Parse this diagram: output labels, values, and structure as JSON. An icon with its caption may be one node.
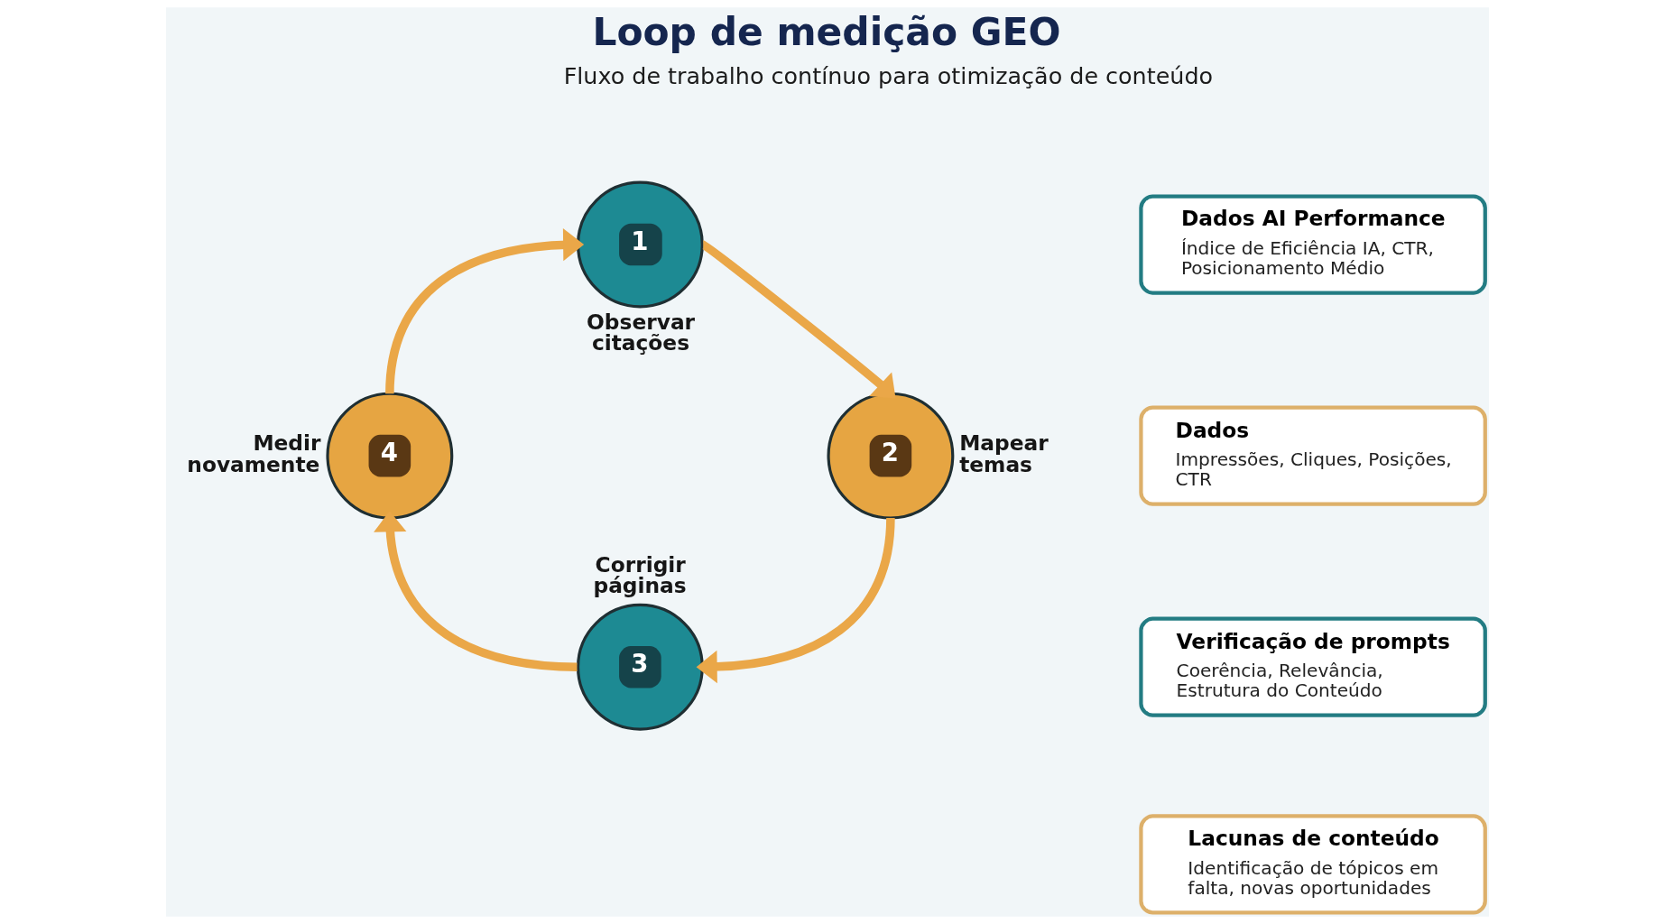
{
  "diagram": {
    "title": "Loop de medição GEO",
    "nodes": [
      {
        "text": [
          "1"
        ],
        "beside": [
          "Observar citações"
        ]
      },
      {
        "text": [
          "2"
        ],
        "beside": [
          "Mapear temas"
        ]
      },
      {
        "text": [
          "3"
        ],
        "beside": [
          "Corrigir páginas"
        ]
      },
      {
        "text": [
          "4"
        ],
        "beside": [
          "Medir novamente"
        ]
      },
      {
        "text": [
          "Dados AI Performance",
          "Índice de Eficiência IA, CTR, Posicionamento Médio"
        ]
      },
      {
        "text": [
          "Dados",
          "Impressões, Cliques, Posições, CTR"
        ]
      },
      {
        "text": [
          "Verificação de prompts",
          "Coerência, Relevância, Estrutura do Conteúdo"
        ]
      },
      {
        "text": [
          "Lacunas de conteúdo",
          "Identificação de tópicos em falta, novas oportunidades"
        ]
      }
    ],
    "edges": [
      {
        "from": 0,
        "to": 1,
        "arrow": "to"
      },
      {
        "from": 1,
        "to": 2,
        "arrow": "to"
      },
      {
        "from": 2,
        "to": 3,
        "arrow": "to"
      },
      {
        "from": 3,
        "to": 0,
        "arrow": "to"
      }
    ],
    "labels": [
      "Fluxo de trabalho contínuo para otimização de conteúdo"
    ]
  }
}
